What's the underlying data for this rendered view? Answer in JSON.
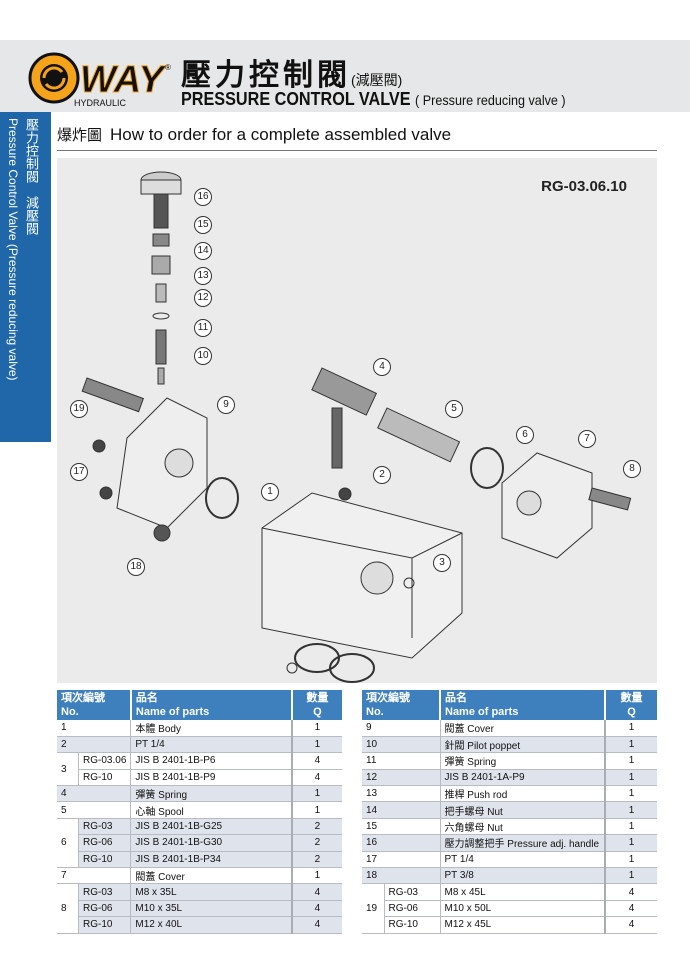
{
  "brand": {
    "name": "WAY",
    "sub": "HYDRAULIC",
    "reg": "®"
  },
  "title": {
    "zh": "壓力控制閥",
    "zh_sub": "(減壓閥)",
    "en": "PRESSURE CONTROL VALVE",
    "en_sub": "( Pressure reducing valve )"
  },
  "sidetab": {
    "zh": "壓力控制閥　減壓閥",
    "en": "Pressure Control Valve (Pressure reducing valve)"
  },
  "section": {
    "zh": "爆炸圖",
    "en": "How to order for a complete assembled valve"
  },
  "diagram": {
    "model": "RG-03.06.10",
    "callouts": [
      "1",
      "2",
      "3",
      "4",
      "5",
      "6",
      "7",
      "8",
      "9",
      "10",
      "11",
      "12",
      "13",
      "14",
      "15",
      "16",
      "17",
      "18",
      "19"
    ]
  },
  "table_headers": {
    "no_zh": "項次編號",
    "no_en": "No.",
    "name_zh": "品名",
    "name_en": "Name of parts",
    "q_zh": "數量",
    "q_en": "Q"
  },
  "left_table": [
    {
      "no": "1",
      "rows": [
        {
          "sub": "",
          "name": "本體 Body",
          "q": "1"
        }
      ]
    },
    {
      "no": "2",
      "rows": [
        {
          "sub": "",
          "name": "PT 1/4",
          "q": "1"
        }
      ]
    },
    {
      "no": "3",
      "rows": [
        {
          "sub": "RG-03.06",
          "name": "JIS B 2401-1B-P6",
          "q": "4"
        },
        {
          "sub": "RG-10",
          "name": "JIS B 2401-1B-P9",
          "q": "4"
        }
      ]
    },
    {
      "no": "4",
      "rows": [
        {
          "sub": "",
          "name": "彈簧 Spring",
          "q": "1"
        }
      ]
    },
    {
      "no": "5",
      "rows": [
        {
          "sub": "",
          "name": "心軸 Spool",
          "q": "1"
        }
      ]
    },
    {
      "no": "6",
      "rows": [
        {
          "sub": "RG-03",
          "name": "JIS B 2401-1B-G25",
          "q": "2"
        },
        {
          "sub": "RG-06",
          "name": "JIS B 2401-1B-G30",
          "q": "2"
        },
        {
          "sub": "RG-10",
          "name": "JIS B 2401-1B-P34",
          "q": "2"
        }
      ]
    },
    {
      "no": "7",
      "rows": [
        {
          "sub": "",
          "name": "閥蓋 Cover",
          "q": "1"
        }
      ]
    },
    {
      "no": "8",
      "rows": [
        {
          "sub": "RG-03",
          "name": "M8 x 35L",
          "q": "4"
        },
        {
          "sub": "RG-06",
          "name": "M10 x 35L",
          "q": "4"
        },
        {
          "sub": "RG-10",
          "name": "M12 x 40L",
          "q": "4"
        }
      ]
    }
  ],
  "right_table": [
    {
      "no": "9",
      "rows": [
        {
          "sub": "",
          "name": "閥蓋 Cover",
          "q": "1"
        }
      ]
    },
    {
      "no": "10",
      "rows": [
        {
          "sub": "",
          "name": "針閥 Pilot poppet",
          "q": "1"
        }
      ]
    },
    {
      "no": "11",
      "rows": [
        {
          "sub": "",
          "name": "彈簧 Spring",
          "q": "1"
        }
      ]
    },
    {
      "no": "12",
      "rows": [
        {
          "sub": "",
          "name": "JIS B 2401-1A-P9",
          "q": "1"
        }
      ]
    },
    {
      "no": "13",
      "rows": [
        {
          "sub": "",
          "name": "推桿 Push rod",
          "q": "1"
        }
      ]
    },
    {
      "no": "14",
      "rows": [
        {
          "sub": "",
          "name": "把手螺母 Nut",
          "q": "1"
        }
      ]
    },
    {
      "no": "15",
      "rows": [
        {
          "sub": "",
          "name": "六角螺母 Nut",
          "q": "1"
        }
      ]
    },
    {
      "no": "16",
      "rows": [
        {
          "sub": "",
          "name": "壓力調整把手 Pressure adj. handle",
          "q": "1"
        }
      ]
    },
    {
      "no": "17",
      "rows": [
        {
          "sub": "",
          "name": "PT 1/4",
          "q": "1"
        }
      ]
    },
    {
      "no": "18",
      "rows": [
        {
          "sub": "",
          "name": "PT 3/8",
          "q": "1"
        }
      ]
    },
    {
      "no": "19",
      "rows": [
        {
          "sub": "RG-03",
          "name": "M8 x 45L",
          "q": "4"
        },
        {
          "sub": "RG-06",
          "name": "M10 x 50L",
          "q": "4"
        },
        {
          "sub": "RG-10",
          "name": "M12 x 45L",
          "q": "4"
        }
      ]
    }
  ]
}
